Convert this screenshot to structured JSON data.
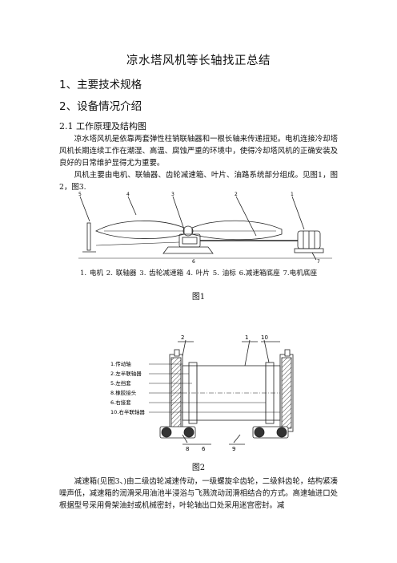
{
  "doc": {
    "title": "凉水塔风机等长轴找正总结",
    "sections": {
      "s1": "1、主要技术规格",
      "s2": "2、设备情况介绍",
      "s21": "2.1  工作原理及结构图"
    },
    "paragraphs": {
      "p1": "凉水塔风机是依靠两套弹性柱销联轴器和一根长轴来传递扭矩。电机连接冷却塔风机长期连续工作在潮湿、高温、腐蚀严重的环境中，使得冷却塔风机的正确安装及良好的日常维护显得尤为重要。",
      "p2": "风机主要由电机、联轴器、齿轮减速箱、叶片、油路系统部分组成。见图1，图2，图3.",
      "p3": "减速箱(见图3、)由二级齿轮减速传动，一级螺旋伞齿轮，二级斜齿轮，结构紧凑噪声低，减速箱的润滑采用油池半浸浴与飞溅流动润滑相结合的方式。高速轴进口处根据型号采用骨架油封或机械密封，叶轮轴出口处采用迷宫密封。减"
    },
    "figure1": {
      "caption": "图1",
      "parts_legend": "1.  电机   2. 联轴器   3. 齿轮减速箱   4. 叶片   5. 油标  6.减速箱底座   7.电机底座",
      "callouts": [
        "5",
        "4",
        "3",
        "2",
        "1",
        "6",
        "7"
      ]
    },
    "figure2": {
      "caption": "图2",
      "callouts_top": [
        "2",
        "1",
        "10"
      ],
      "callouts_bottom": [
        "8",
        "6",
        "9"
      ],
      "legend": [
        "1.传动轴",
        "2.左半联轴器",
        "5.左挡套",
        "8.橡胶接头",
        "6.右接套",
        "10.右半联轴器"
      ]
    }
  }
}
